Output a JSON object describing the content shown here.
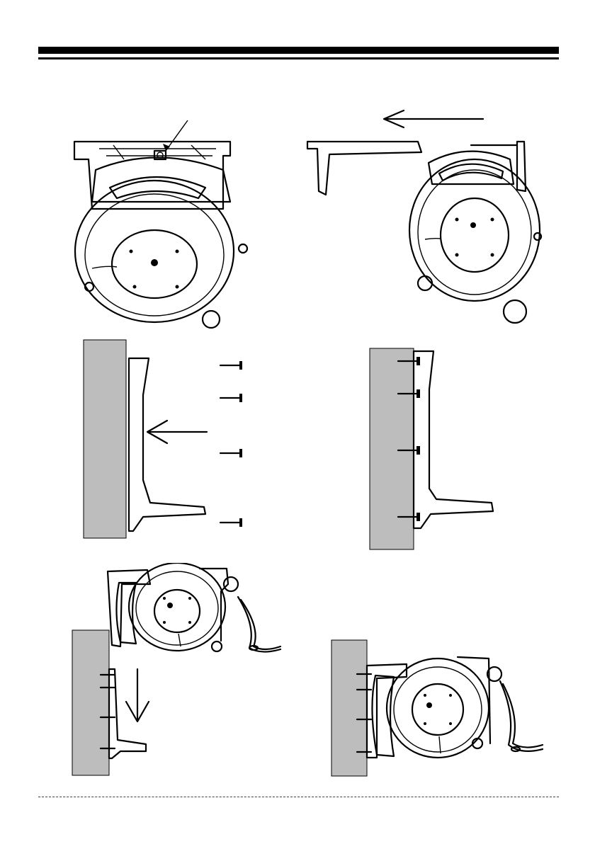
{
  "page": {
    "header_style": "double black rule",
    "footer_style": "dashed rule",
    "ink_color": "#000000",
    "wall_color": "#bdbdbd"
  },
  "steps": [
    {
      "id": "step-1",
      "illustration": "hose-reel-top-view-with-locking-bolt"
    },
    {
      "id": "step-2",
      "illustration": "bracket-slid-off-reel"
    },
    {
      "id": "step-3",
      "illustration": "bracket-against-wall-with-four-screws"
    },
    {
      "id": "step-4",
      "illustration": "bracket-screwed-to-wall"
    },
    {
      "id": "step-5",
      "illustration": "reel-lowered-onto-bracket"
    },
    {
      "id": "step-6",
      "illustration": "reel-mounted-on-wall"
    }
  ]
}
